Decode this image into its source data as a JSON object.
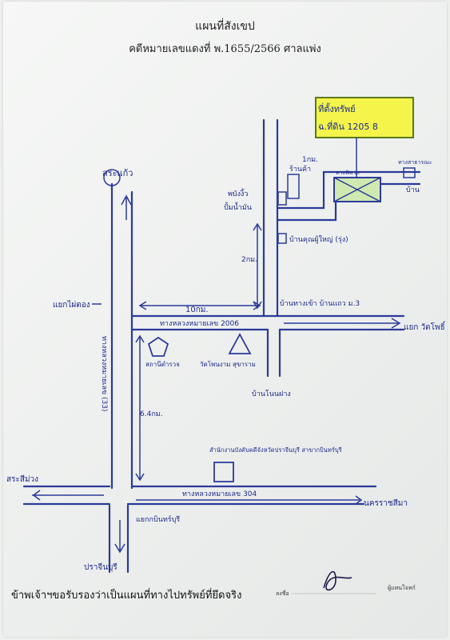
{
  "header": {
    "title": "แผนที่สังเขป",
    "case_line": "คดีหมายเลขแดงที่ พ.1655/2566 ศาลแพ่ง"
  },
  "map": {
    "property_label_1": "ที่ตั้งทรัพย์",
    "property_label_2": "ฉ.ที่ดิน 1205 8",
    "lot_label": "ทางพิพาท",
    "labels": {
      "sa_kaeo": "สระแก้ว",
      "pha_thai_ko": "แยกไผ่ตอง",
      "pha_bang": "พบังงิ้ว",
      "shop": "ร้านค้า",
      "chonburi_pump": "ปั้มน้ำมัน",
      "house": "บ้าน",
      "home_dr": "บ้านคุณผู้ใหญ่ (รุ่ง)",
      "village": "บ้านทางเข้า บ้านแถว ม.3",
      "distance_10km": "10กม.",
      "distance_2km": "2กม.",
      "distance_6km": "6.4กม.",
      "highway_2006": "ทางหลวงหมายเลข 2006",
      "junction_right": "แยก วัดโพธิ์",
      "temple": "วัดโพนงาม สุขาราม",
      "police": "สถานีตำรวจ",
      "bang_pho": "บ้านโนนฝาง",
      "highway_33": "ทางหลวงหมายเลข (33)",
      "office": "สำนักงานบังคับคดีจังหวัดปราจีนบุรี สาขากบินทร์บุรี",
      "sra_khiao": "สระสีม่วง",
      "highway_304": "ทางหลวงหมายเลข 304",
      "nakhon_ratchasima": "นครราชสีมา",
      "kabin_junction": "แยกกบินทร์บุรี",
      "prachinburi": "ปราจีนบุรี",
      "distance_1km": "1กม.",
      "right_road": "ทางสาธารณะ"
    }
  },
  "footer": {
    "certify": "ข้าพเจ้าฯขอรับรองว่าเป็นแผนที่ทางไปทรัพย์ที่ยึดจริง",
    "sign_label": "ลงชื่อ",
    "role_label": "ผู้แทนโจทก์"
  }
}
